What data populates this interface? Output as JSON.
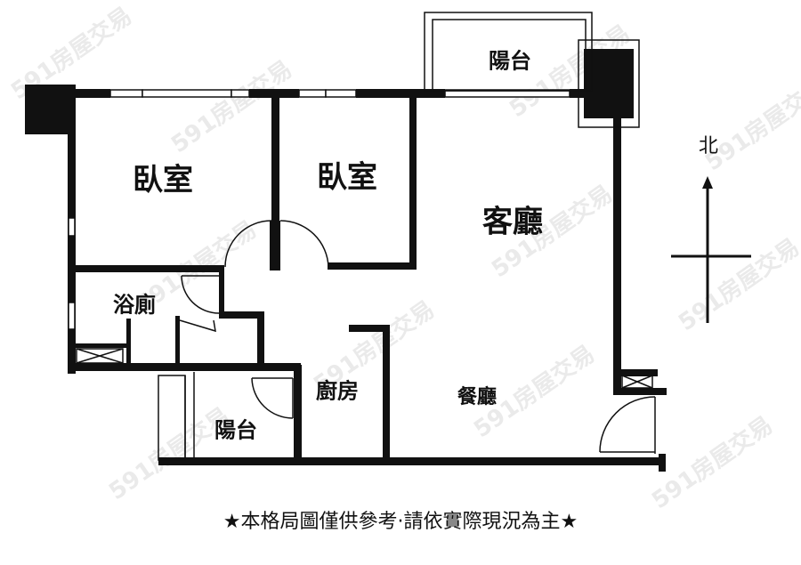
{
  "rooms": {
    "bedroom_1": "臥室",
    "bedroom_2": "臥室",
    "living_room": "客廳",
    "bathroom": "浴廁",
    "kitchen": "廚房",
    "dining_room": "餐廳",
    "balcony_north": "陽台",
    "balcony_south": "陽台"
  },
  "compass": {
    "north_label": "北"
  },
  "footer": {
    "disclaimer": "★本格局圖僅供參考·請依實際現況為主★"
  },
  "watermark": {
    "text": "591房屋交易"
  },
  "colors": {
    "wall": "#111111",
    "background": "#ffffff"
  }
}
